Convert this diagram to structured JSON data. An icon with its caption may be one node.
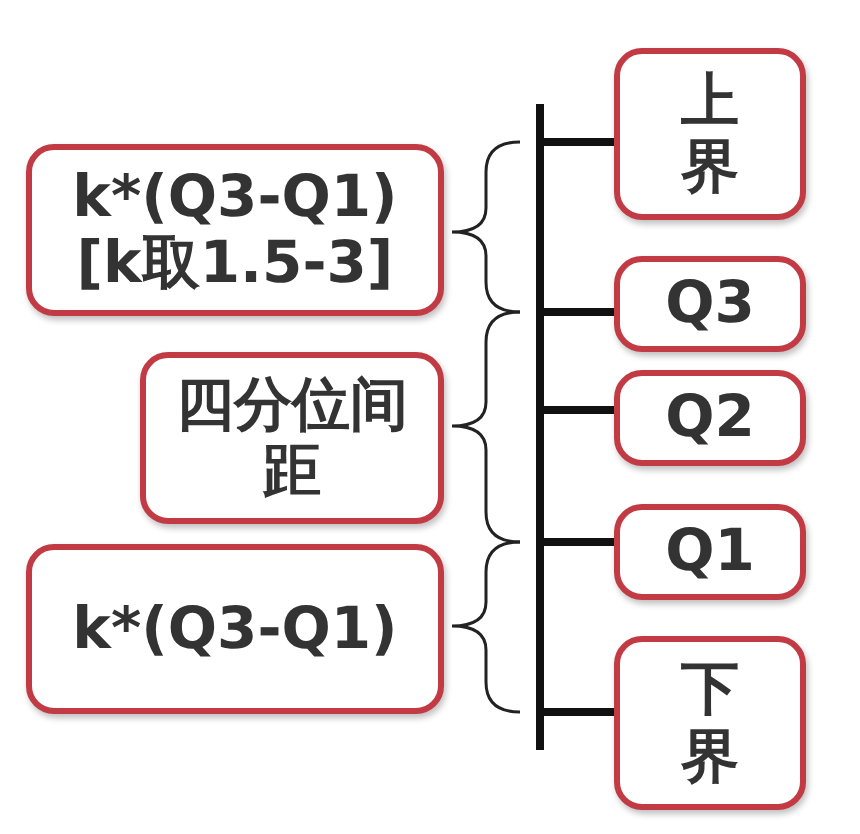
{
  "diagram": {
    "nodes": [
      {
        "text": [
          "k*(Q3-Q1) [k取1.5-3]"
        ]
      },
      {
        "text": [
          "四分位间距"
        ]
      },
      {
        "text": [
          "k*(Q3-Q1)"
        ]
      },
      {
        "text": [
          "上界"
        ]
      },
      {
        "text": [
          "Q3"
        ]
      },
      {
        "text": [
          "Q2"
        ]
      },
      {
        "text": [
          "Q1"
        ]
      },
      {
        "text": [
          "下界"
        ]
      }
    ]
  }
}
